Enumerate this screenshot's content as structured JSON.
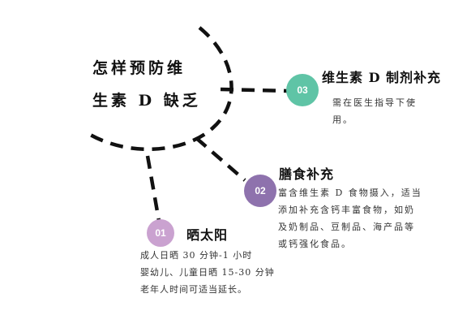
{
  "title": {
    "line1": "怎样预防维",
    "line2": "生素 D 缺乏"
  },
  "colors": {
    "c01": "#caa2d0",
    "c02": "#8e72ad",
    "c03": "#5fc4a6",
    "line": "#111111"
  },
  "items": [
    {
      "number": "03",
      "heading": "维生素 D 制剂补充",
      "desc": [
        "需在医生指导下使",
        "用。"
      ]
    },
    {
      "number": "02",
      "heading": "膳食补充",
      "desc": [
        "富含维生素 D 食物摄入，适当",
        "添加补充含钙丰富食物，如奶",
        "及奶制品、豆制品、海产品等",
        "或钙强化食品。"
      ]
    },
    {
      "number": "01",
      "heading": "晒太阳",
      "desc": [
        "成人日晒 30 分钟-1 小时",
        "婴幼儿、儿童日晒 15-30 分钟",
        "老年人时间可适当延长。"
      ]
    }
  ]
}
